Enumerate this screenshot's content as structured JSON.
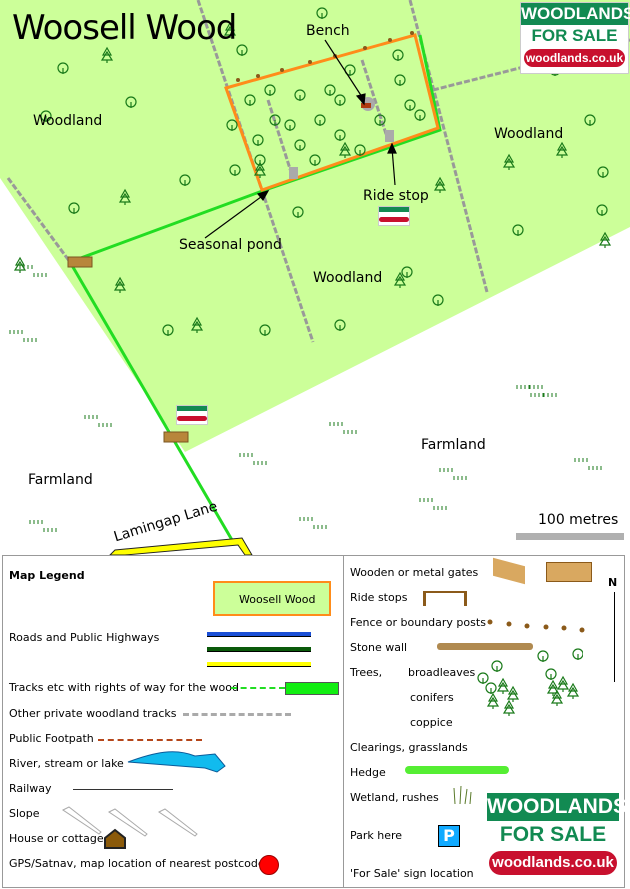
{
  "map": {
    "title": "Woosell Wood",
    "labels": {
      "bench": "Bench",
      "ride_stop": "Ride stop",
      "seasonal_pond": "Seasonal pond",
      "woodland_left": "Woodland",
      "woodland_right": "Woodland",
      "woodland_center": "Woodland",
      "farmland_left": "Farmland",
      "farmland_right": "Farmland",
      "road": "Lamingap Lane",
      "scale": "100 metres"
    },
    "colors": {
      "woodland": "#ccff99",
      "plot_border": "#ff8c1a",
      "right_of_way": "#22cc22",
      "road": "#ffff00",
      "tree": "#1a7a1a"
    }
  },
  "logo": {
    "line1": "WOODLANDS",
    "line2": "FOR SALE",
    "url": "woodlands.co.uk"
  },
  "legend": {
    "title": "Map Legend",
    "sample_wood": "Woosell Wood",
    "north": "N",
    "park_symbol": "P",
    "left_items": [
      "Roads and Public Highways",
      "Tracks etc with rights of way for the wood",
      "Other private woodland tracks",
      "Public Footpath",
      "River, stream or lake",
      "Railway",
      "Slope",
      "House or cottage",
      "GPS/Satnav, map location of nearest postcode"
    ],
    "right_items": [
      "Wooden or metal gates",
      "Ride stops",
      "Fence or boundary posts",
      "Stone wall",
      "Trees,",
      "broadleaves",
      "conifers",
      "coppice",
      "Clearings, grasslands",
      "Hedge",
      "Wetland, rushes",
      "Park here",
      "'For Sale'  sign location"
    ]
  }
}
